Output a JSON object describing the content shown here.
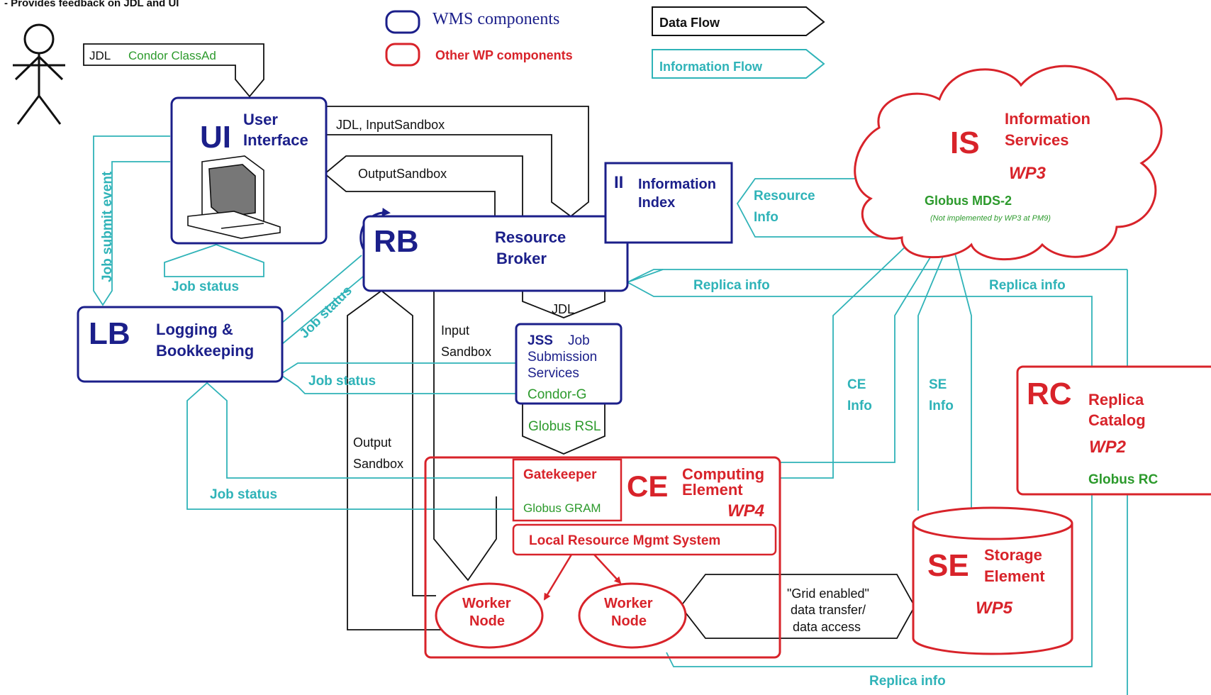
{
  "header_note": "- Provides feedback on JDL and UI",
  "legend": {
    "wms": "WMS components",
    "other_wp": "Other WP components",
    "data_flow": "Data Flow",
    "info_flow": "Information Flow"
  },
  "colors": {
    "wms_blue": "#1b1f8a",
    "wp_red": "#d8232a",
    "info_teal": "#2fb3b8",
    "globus_green": "#2c9a2c",
    "data_black": "#111111"
  },
  "user_input": {
    "jdl": "JDL",
    "classad": "Condor ClassAd"
  },
  "ui": {
    "abbr": "UI",
    "line1": "User",
    "line2": "Interface"
  },
  "lb": {
    "abbr": "LB",
    "line1": "Logging &",
    "line2": "Bookkeeping"
  },
  "rb": {
    "abbr": "RB",
    "line1": "Resource",
    "line2": "Broker"
  },
  "ii": {
    "abbr": "II",
    "line1": "Information",
    "line2": "Index"
  },
  "jss": {
    "abbr": "JSS",
    "line1": "Job",
    "line2": "Submission",
    "line3": "Services",
    "condor": "Condor-G"
  },
  "is": {
    "abbr": "IS",
    "line1": "Information",
    "line2": "Services",
    "wp": "WP3",
    "globus": "Globus MDS-2",
    "note": "(Not implemented by WP3 at PM9)"
  },
  "ce": {
    "abbr": "CE",
    "line1": "Computing",
    "line2": "Element",
    "wp": "WP4",
    "gatekeeper": "Gatekeeper",
    "gram": "Globus GRAM",
    "lrms": "Local Resource Mgmt System",
    "worker1_a": "Worker",
    "worker1_b": "Node",
    "worker2_a": "Worker",
    "worker2_b": "Node"
  },
  "rc": {
    "abbr": "RC",
    "line1": "Replica",
    "line2": "Catalog",
    "wp": "WP2",
    "globus": "Globus RC"
  },
  "se": {
    "abbr": "SE",
    "line1": "Storage",
    "line2": "Element",
    "wp": "WP5"
  },
  "flows": {
    "jdl_inputsandbox": "JDL, InputSandbox",
    "outputsandbox": "OutputSandbox",
    "jdl": "JDL",
    "input_sandbox_1": "Input",
    "input_sandbox_2": "Sandbox",
    "output_sandbox_1": "Output",
    "output_sandbox_2": "Sandbox",
    "globus_rsl": "Globus RSL",
    "grid_1": "\"Grid enabled\"",
    "grid_2": "data transfer/",
    "grid_3": "data access"
  },
  "info_flows": {
    "job_submit_event": "Job submit event",
    "job_status_ui": "Job status",
    "job_status_rb": "Job status",
    "job_status_jss": "Job status",
    "job_status_ce": "Job status",
    "resource_info_1": "Resource",
    "resource_info_2": "Info",
    "replica_info_rb": "Replica info",
    "replica_info_rc": "Replica info",
    "replica_info_bottom": "Replica info",
    "ce_info_1": "CE",
    "ce_info_2": "Info",
    "se_info_1": "SE",
    "se_info_2": "Info"
  }
}
